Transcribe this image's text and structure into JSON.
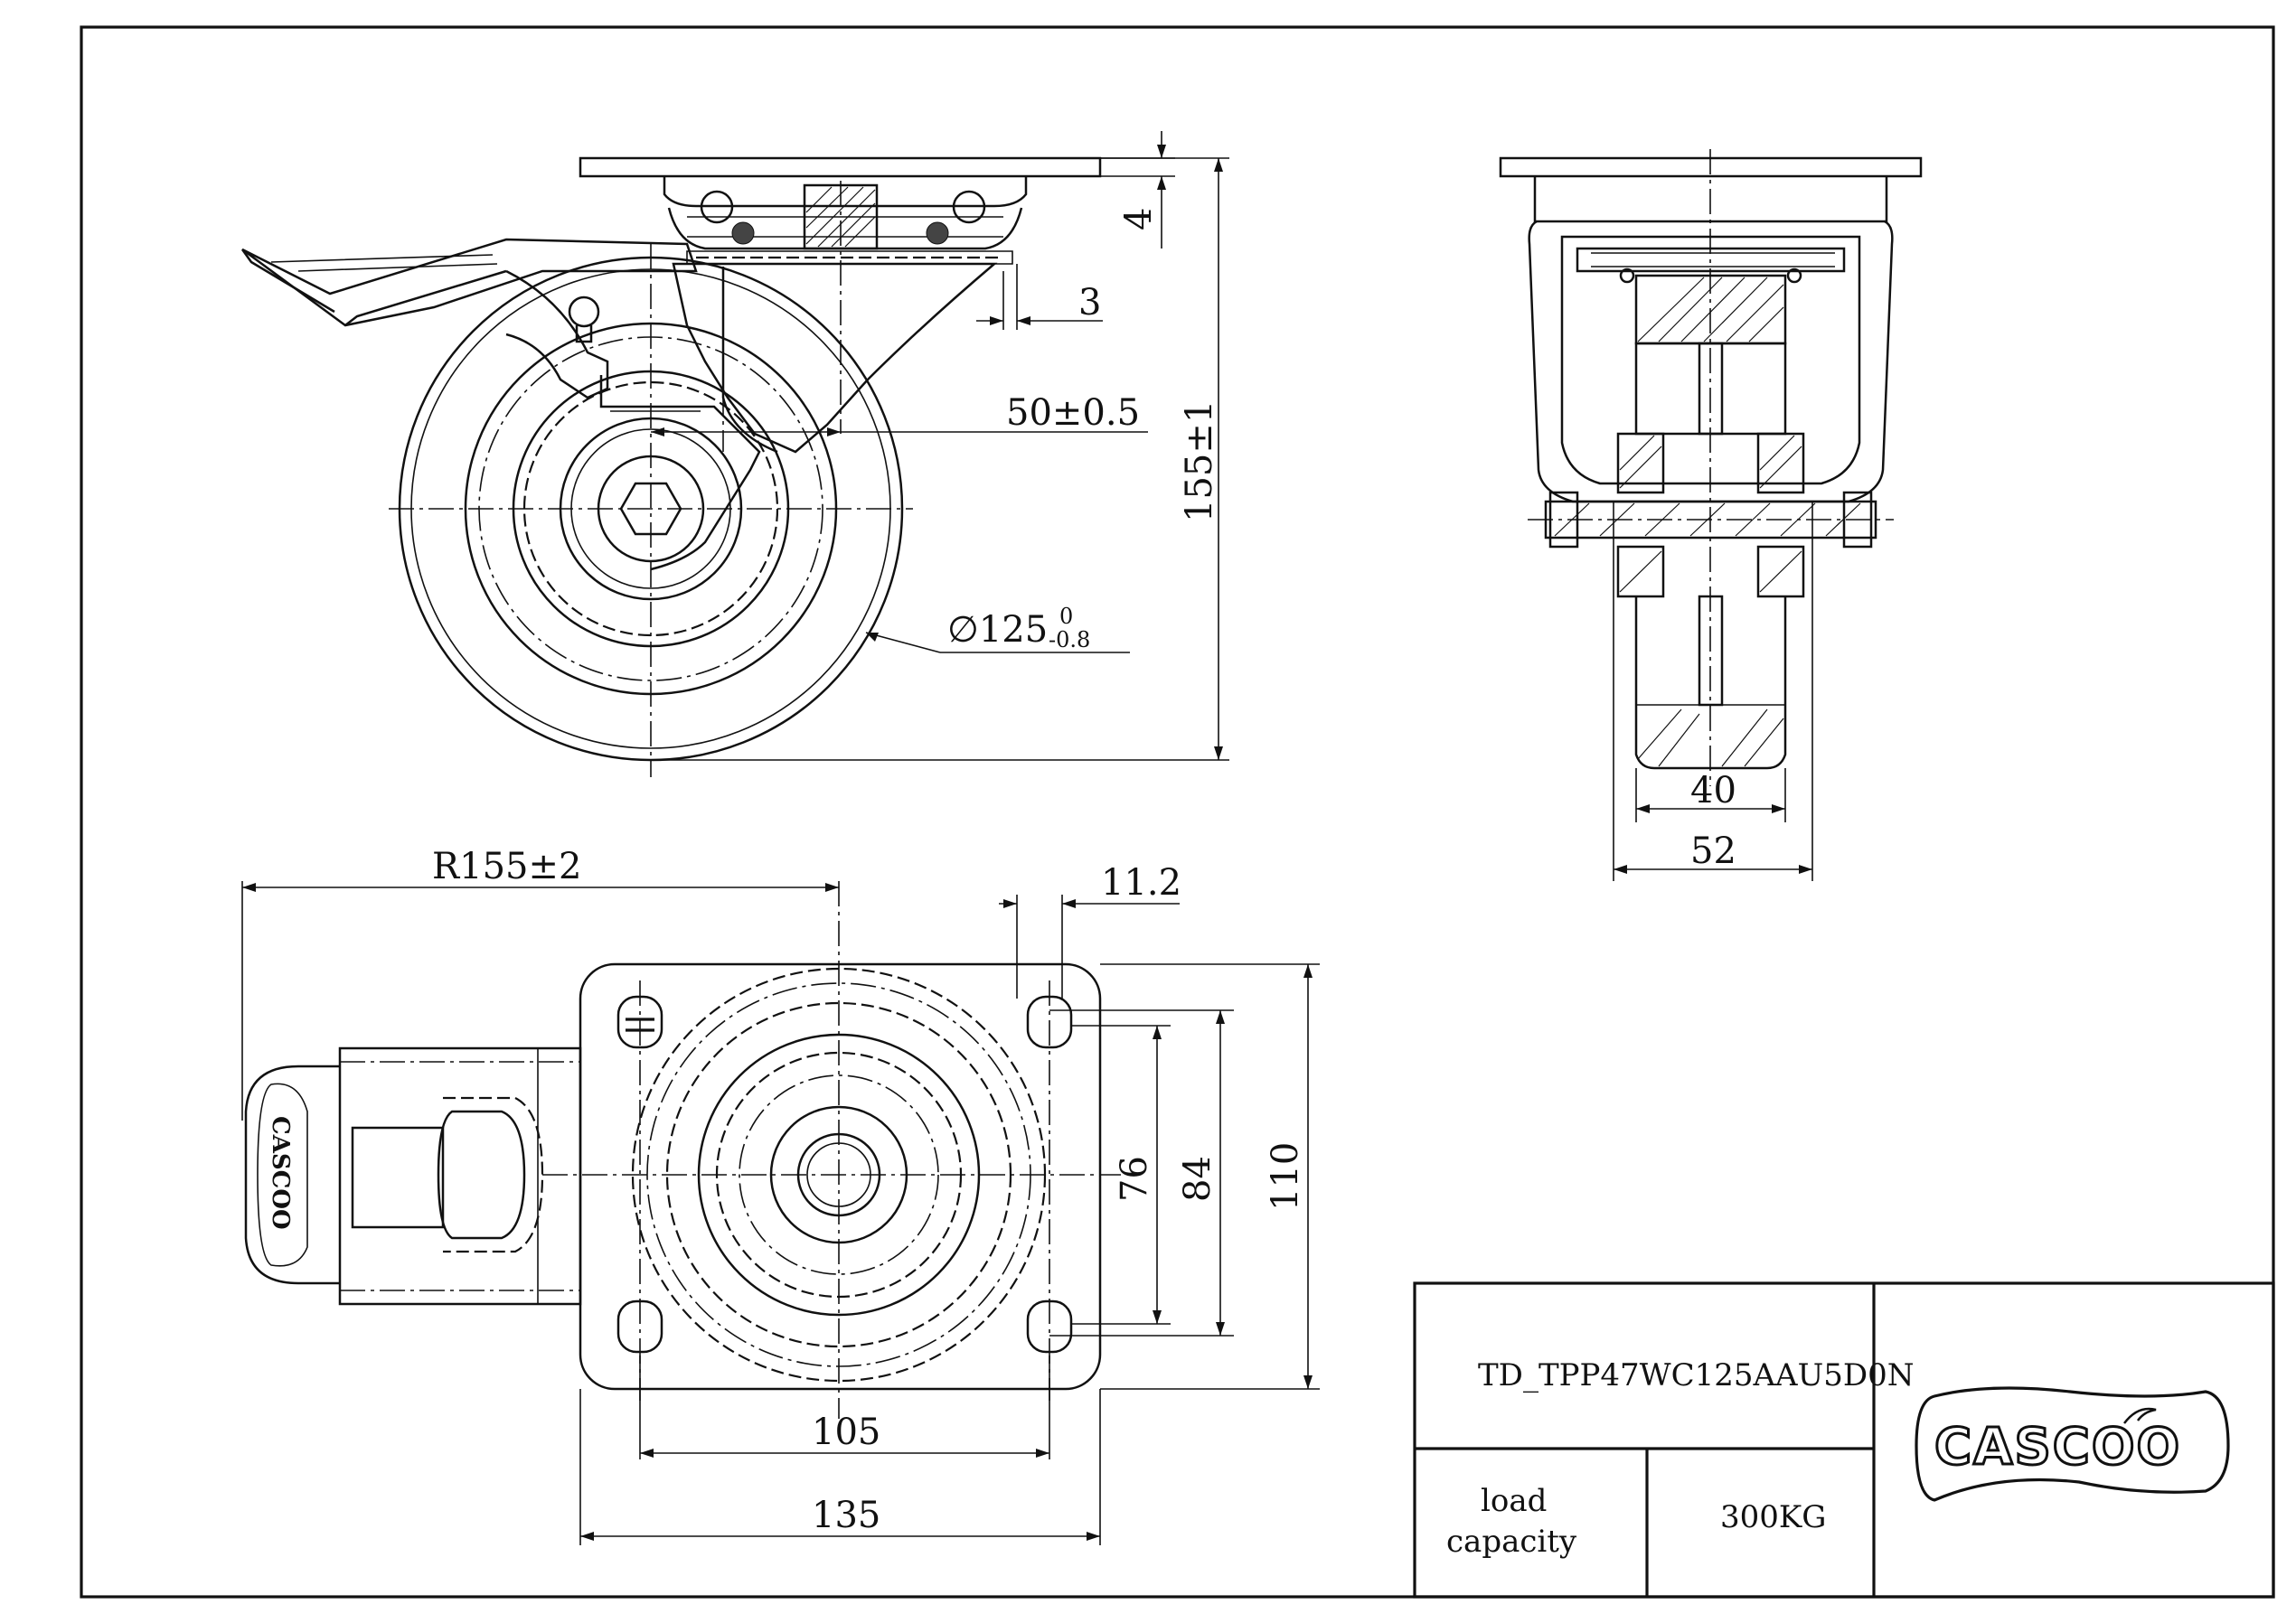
{
  "dimensions": {
    "side_view": {
      "plate_thickness": "4",
      "offset": "3",
      "swivel_offset": "50±0.5",
      "overall_height": "155±1",
      "wheel_diameter_prefix": "∅125",
      "wheel_diameter_upper_tol": "0",
      "wheel_diameter_lower_tol": "-0.8"
    },
    "front_view": {
      "wheel_width": "40",
      "fork_width": "52"
    },
    "top_view": {
      "swivel_radius": "R155±2",
      "hole_slot": "11.2",
      "hole_spacing_short": "76",
      "hole_spacing_mid": "84",
      "plate_length": "110",
      "hole_spacing_long": "105",
      "plate_width": "135"
    }
  },
  "title_block": {
    "part_number": "TD_TPP47WC125AAU5D0N",
    "load_label_line1": "load",
    "load_label_line2": "capacity",
    "load_value": "300KG",
    "logo_text": "CASCOO",
    "brake_pedal_logo_text": "CASCOO"
  }
}
